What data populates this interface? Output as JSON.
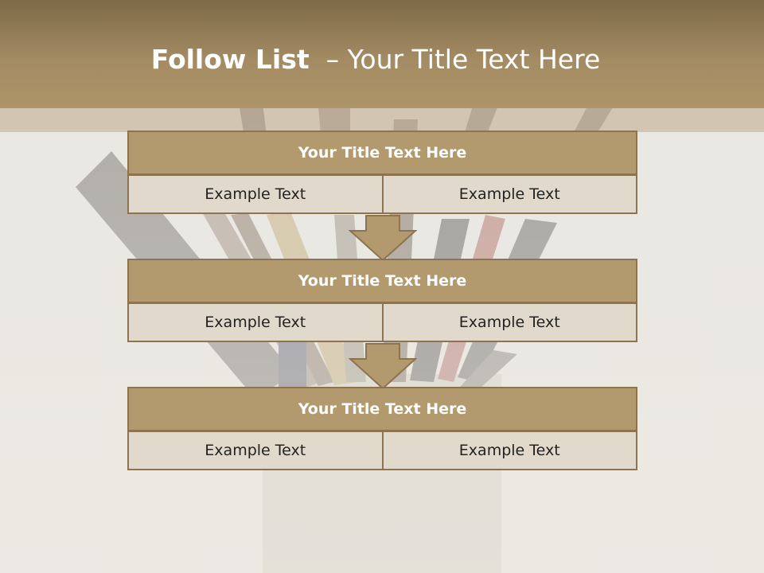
{
  "slide": {
    "title_bold": "Follow List",
    "title_rest": "  – Your Title Text Here"
  },
  "flow": [
    {
      "title": "Your Title Text Here",
      "left": "Example Text",
      "right": "Example Text"
    },
    {
      "title": "Your Title Text Here",
      "left": "Example Text",
      "right": "Example Text"
    },
    {
      "title": "Your Title Text Here",
      "left": "Example Text",
      "right": "Example Text"
    }
  ],
  "colors": {
    "header": "#a38b63",
    "block_title": "#b39a6e",
    "block_cell": "#e2d9cd",
    "border": "#8c7450"
  }
}
